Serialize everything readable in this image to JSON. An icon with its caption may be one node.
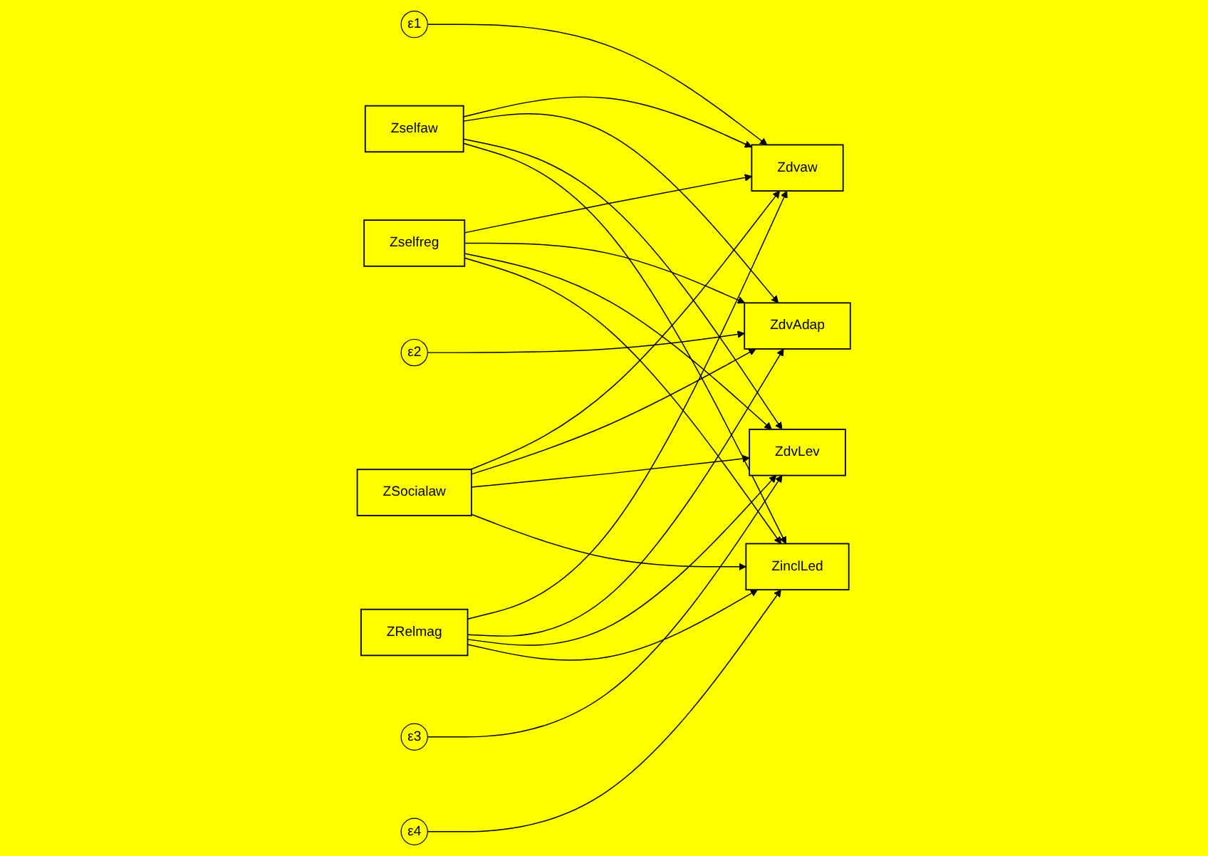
{
  "diagram": {
    "nodes": [
      {
        "text": [
          "Zselfaw"
        ]
      },
      {
        "text": [
          "Zselfreg"
        ]
      },
      {
        "text": [
          "ZSocialaw"
        ]
      },
      {
        "text": [
          "ZRelmag"
        ]
      },
      {
        "text": [
          "Zdvaw"
        ]
      },
      {
        "text": [
          "ZdvAdap"
        ]
      },
      {
        "text": [
          "ZdvLev"
        ]
      },
      {
        "text": [
          "ZinclLed"
        ]
      },
      {
        "text": [
          "ε1"
        ]
      },
      {
        "text": [
          "ε2"
        ]
      },
      {
        "text": [
          "ε3"
        ]
      },
      {
        "text": [
          "ε4"
        ]
      }
    ],
    "edges": [
      {
        "from": 0,
        "to": 4,
        "arrow": "to"
      },
      {
        "from": 0,
        "to": 5,
        "arrow": "to"
      },
      {
        "from": 0,
        "to": 6,
        "arrow": "to"
      },
      {
        "from": 0,
        "to": 7,
        "arrow": "to"
      },
      {
        "from": 1,
        "to": 4,
        "arrow": "to"
      },
      {
        "from": 1,
        "to": 5,
        "arrow": "to"
      },
      {
        "from": 1,
        "to": 6,
        "arrow": "to"
      },
      {
        "from": 1,
        "to": 7,
        "arrow": "to"
      },
      {
        "from": 2,
        "to": 4,
        "arrow": "to"
      },
      {
        "from": 2,
        "to": 5,
        "arrow": "to"
      },
      {
        "from": 2,
        "to": 6,
        "arrow": "to"
      },
      {
        "from": 2,
        "to": 7,
        "arrow": "to"
      },
      {
        "from": 3,
        "to": 4,
        "arrow": "to"
      },
      {
        "from": 3,
        "to": 5,
        "arrow": "to"
      },
      {
        "from": 3,
        "to": 6,
        "arrow": "to"
      },
      {
        "from": 3,
        "to": 7,
        "arrow": "to"
      },
      {
        "from": 8,
        "to": 4,
        "arrow": "to"
      },
      {
        "from": 9,
        "to": 5,
        "arrow": "to"
      },
      {
        "from": 10,
        "to": 6,
        "arrow": "to"
      },
      {
        "from": 11,
        "to": 7,
        "arrow": "to"
      }
    ]
  }
}
